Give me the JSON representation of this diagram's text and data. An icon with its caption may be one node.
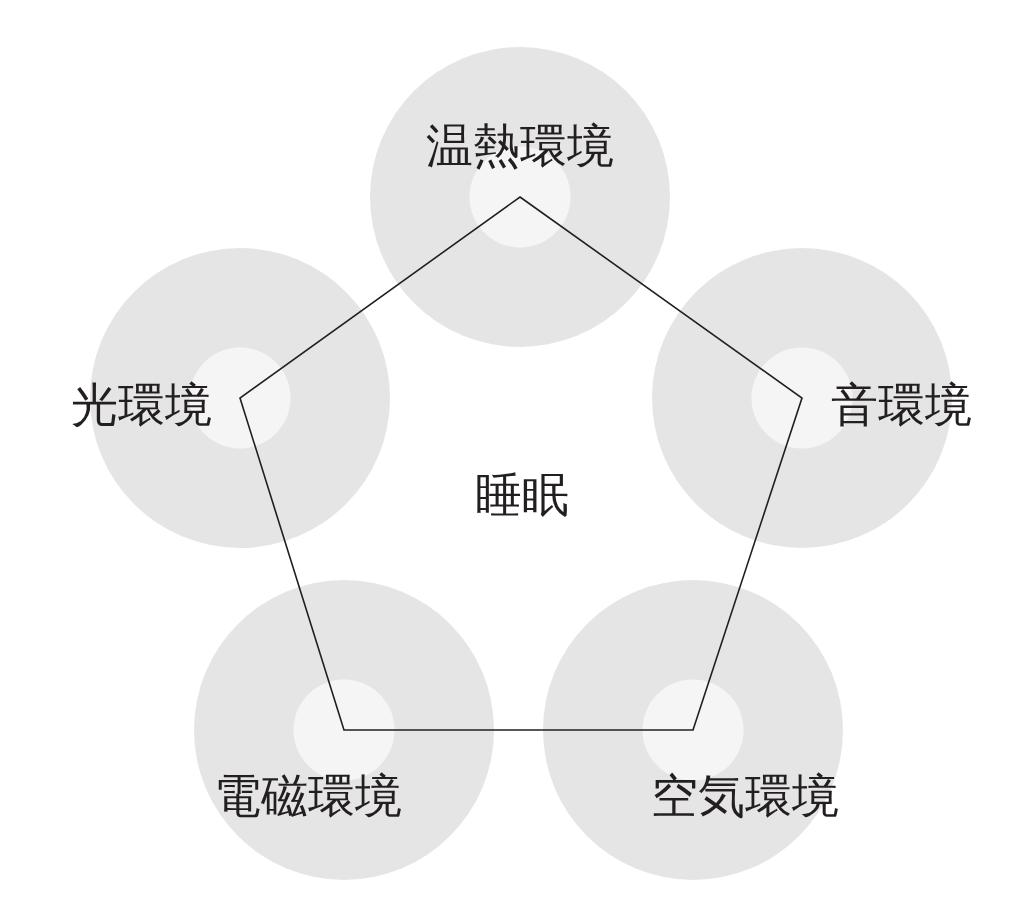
{
  "diagram": {
    "nodes": [
      {
        "text": [
          "温熱環境"
        ]
      },
      {
        "text": [
          "光環境"
        ]
      },
      {
        "text": [
          "音環境"
        ]
      },
      {
        "text": [
          "睡眠"
        ]
      },
      {
        "text": [
          "電磁環境"
        ]
      },
      {
        "text": [
          "空気環境"
        ]
      }
    ]
  }
}
